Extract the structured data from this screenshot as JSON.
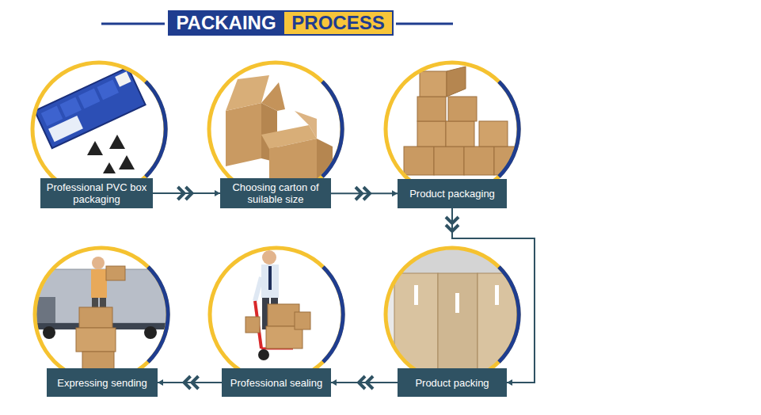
{
  "diagram": {
    "nodes": [
      {
        "text": [
          "PACKAING"
        ]
      },
      {
        "text": [
          "PROCESS"
        ]
      },
      {
        "text": [
          "Professional PVC box packaging"
        ]
      },
      {
        "text": [
          "Choosing carton of suilable size"
        ]
      },
      {
        "text": [
          "Product packaging"
        ]
      },
      {
        "text": [
          "Product packing"
        ]
      },
      {
        "text": [
          "Professional sealing"
        ]
      },
      {
        "text": [
          "Expressing sending"
        ]
      }
    ],
    "edges": [
      {
        "from": 2,
        "to": 3,
        "arrow": "to"
      },
      {
        "from": 3,
        "to": 4,
        "arrow": "to"
      },
      {
        "from": 4,
        "to": 5,
        "arrow": "to"
      },
      {
        "from": 5,
        "to": 6,
        "arrow": "to"
      },
      {
        "from": 6,
        "to": 7,
        "arrow": "to"
      }
    ]
  }
}
